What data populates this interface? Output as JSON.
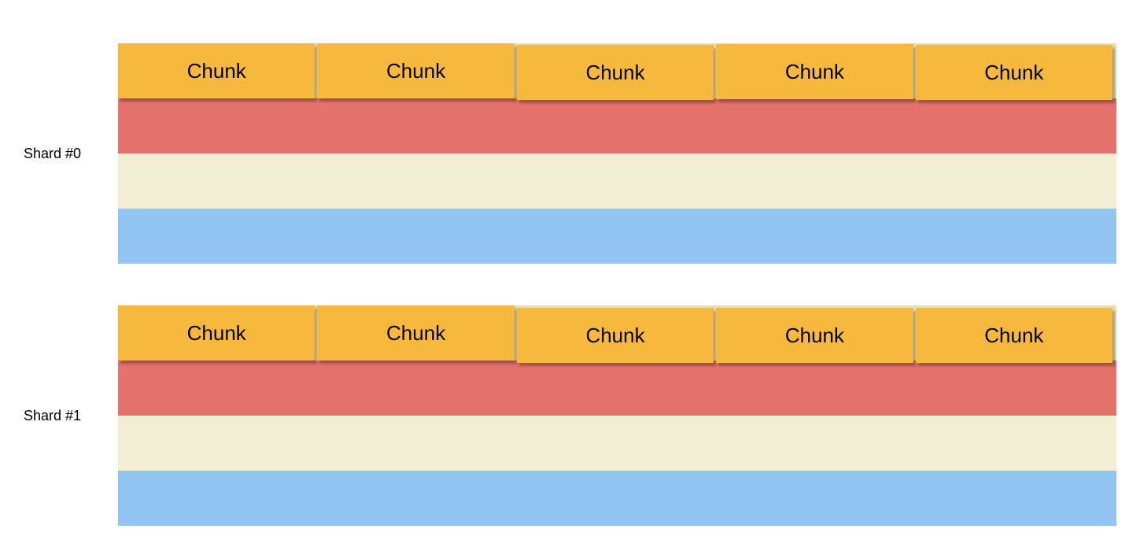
{
  "page": {
    "background": "#ffffff"
  },
  "colors": {
    "chunk_fill": "#F6B83D",
    "chunk_row_base": "#E8DFB2",
    "replica_red": "#E4716B",
    "replica_cream": "#F2EED3",
    "replica_blue": "#93C5F3",
    "text": "#000000",
    "shadow": "rgba(0,0,0,0.30)"
  },
  "shards": [
    {
      "label": "Shard #0",
      "chunks": [
        "Chunk",
        "Chunk",
        "Chunk",
        "Chunk",
        "Chunk"
      ],
      "rows": [
        {
          "name": "replica-bar-red"
        },
        {
          "name": "replica-bar-cream"
        },
        {
          "name": "replica-bar-blue"
        }
      ]
    },
    {
      "label": "Shard #1",
      "chunks": [
        "Chunk",
        "Chunk",
        "Chunk",
        "Chunk",
        "Chunk"
      ],
      "rows": [
        {
          "name": "replica-bar-red"
        },
        {
          "name": "replica-bar-cream"
        },
        {
          "name": "replica-bar-blue"
        }
      ]
    }
  ]
}
